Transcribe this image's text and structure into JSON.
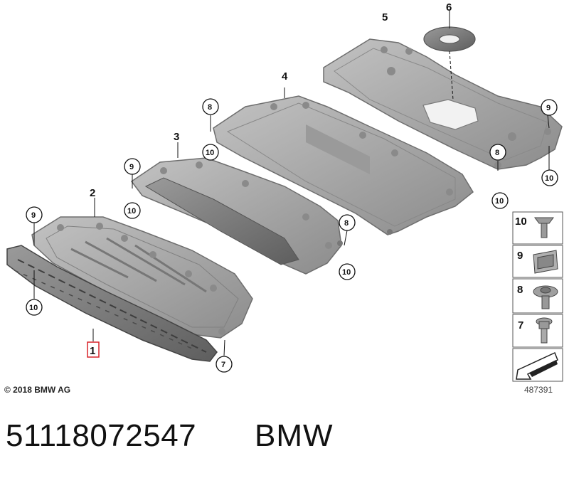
{
  "diagram": {
    "callouts": {
      "c1": "1",
      "c2": "2",
      "c3": "3",
      "c4": "4",
      "c5": "5",
      "c6": "6",
      "c7": "7",
      "c8": "8",
      "c9": "9",
      "c10": "10"
    },
    "legend": {
      "fastener_10": "10",
      "fastener_9": "9",
      "fastener_8": "8",
      "fastener_7": "7"
    },
    "copyright": "© 2018 BMW AG",
    "reference_number": "487391"
  },
  "footer": {
    "part_number": "51118072547",
    "brand": "BMW"
  },
  "colors": {
    "panel_fill": "#a4a4a4",
    "panel_dark": "#7b7b7b",
    "highlight_box": "#d9232a"
  }
}
